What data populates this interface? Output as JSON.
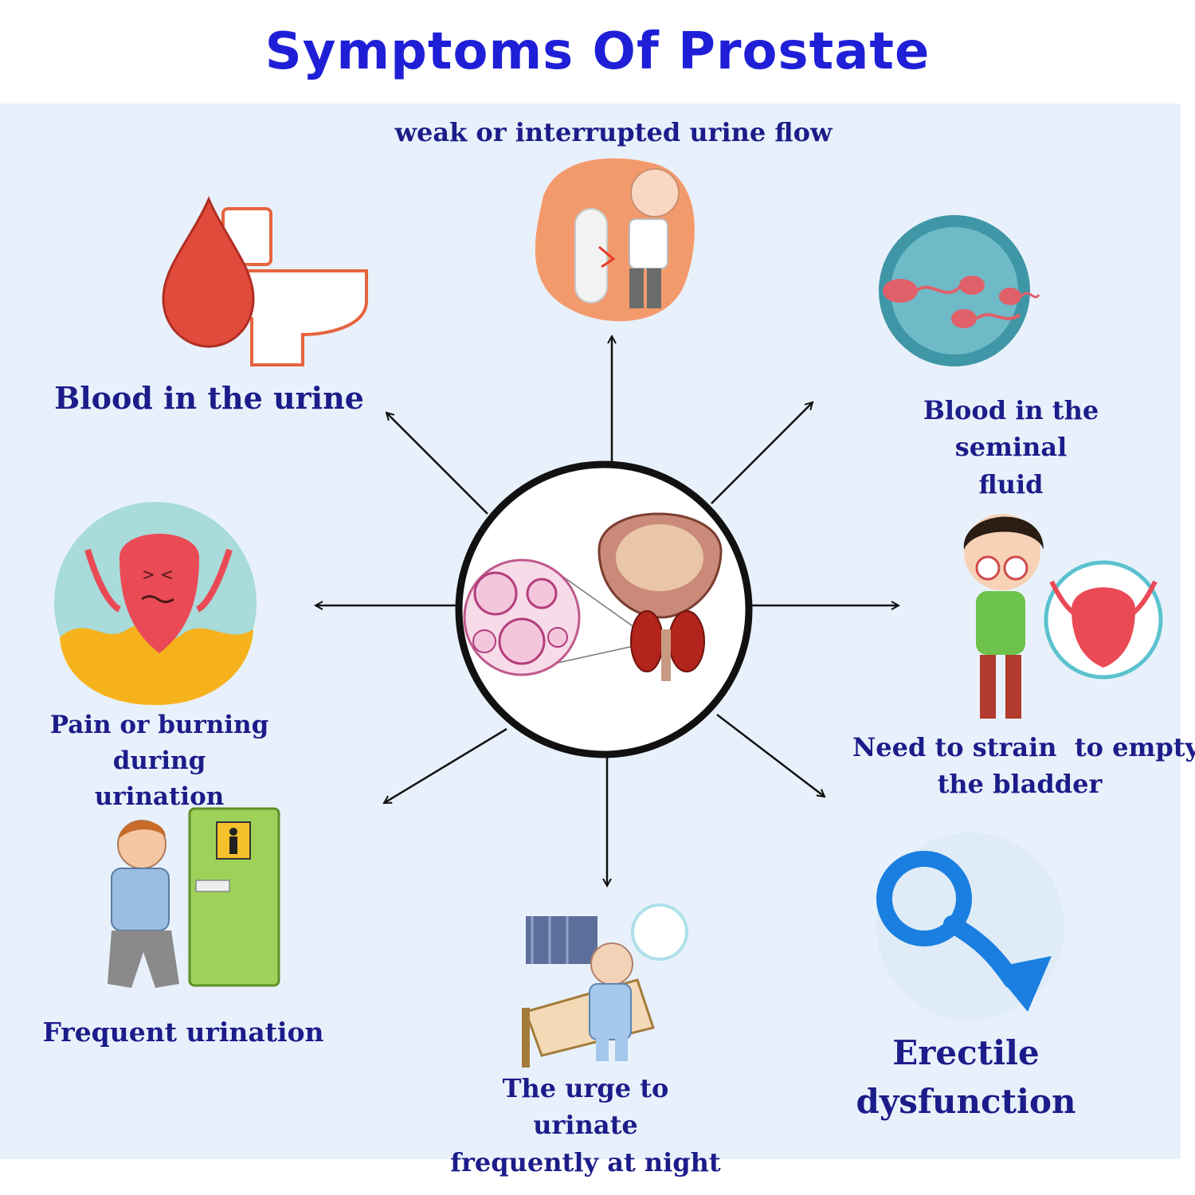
{
  "title": "Symptoms Of Prostate",
  "symptoms": {
    "weak_flow": "weak or interrupted urine flow",
    "blood_urine": "Blood in the urine",
    "blood_seminal": [
      "Blood in the seminal",
      "fluid"
    ],
    "pain_burning": [
      "Pain or burning during",
      "urination"
    ],
    "strain": [
      "Need to strain  to empty",
      "the bladder"
    ],
    "frequent": "Frequent urination",
    "night": [
      "The urge to urinate",
      "frequently at night"
    ],
    "erectile": "Erectile dysfunction"
  },
  "colors": {
    "title": "#1f1fd8",
    "label": "#1c1c8a",
    "panel": "#e8f1fb"
  },
  "icons": [
    "prostate-icon",
    "tissue-magnifier-icon",
    "urinal-man-icon",
    "blood-drop-toilet-icon",
    "sperm-cells-icon",
    "burning-bladder-icon",
    "boy-bladder-icon",
    "toilet-door-man-icon",
    "night-bed-icon",
    "male-symbol-down-icon"
  ]
}
